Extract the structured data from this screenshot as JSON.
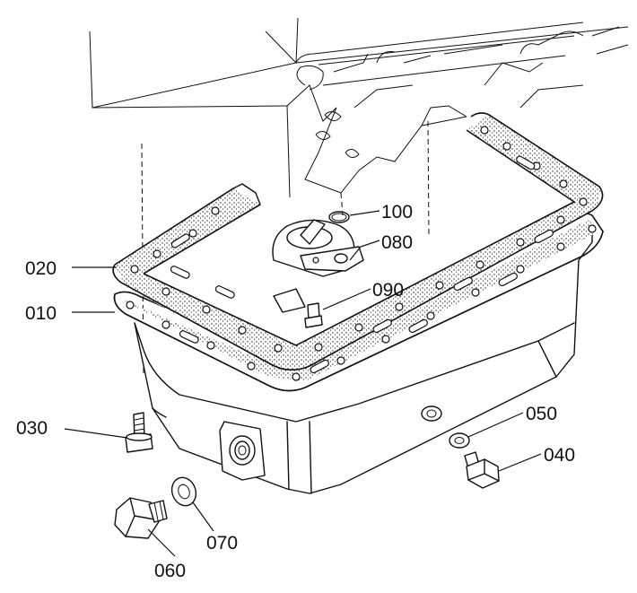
{
  "diagram": {
    "parts": [
      {
        "id": "100",
        "label": "100"
      },
      {
        "id": "080",
        "label": "080"
      },
      {
        "id": "020",
        "label": "020"
      },
      {
        "id": "090",
        "label": "090"
      },
      {
        "id": "010",
        "label": "010"
      },
      {
        "id": "050",
        "label": "050"
      },
      {
        "id": "030",
        "label": "030"
      },
      {
        "id": "040",
        "label": "040"
      },
      {
        "id": "070",
        "label": "070"
      },
      {
        "id": "060",
        "label": "060"
      }
    ]
  }
}
